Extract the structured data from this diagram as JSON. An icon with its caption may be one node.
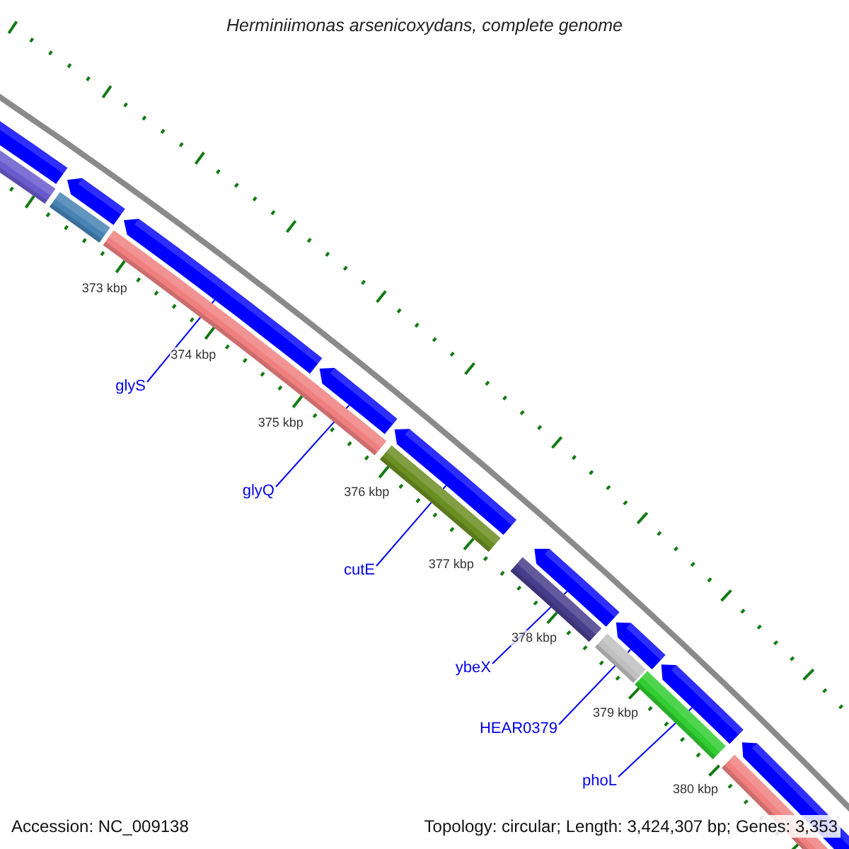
{
  "diagram": {
    "title": "Herminiimonas arsenicoxydans, complete genome",
    "nodes": [
      {
        "text": [
          "glyS"
        ]
      },
      {
        "text": [
          "glyQ"
        ]
      },
      {
        "text": [
          "cutE"
        ]
      },
      {
        "text": [
          "ybeX"
        ]
      },
      {
        "text": [
          "HEAR0379"
        ]
      },
      {
        "text": [
          "phoL"
        ]
      },
      {
        "text": [],
        "shape": "bar"
      },
      {
        "text": [],
        "shape": "bar"
      },
      {
        "text": [],
        "shape": "bar"
      },
      {
        "text": [],
        "shape": "bar"
      },
      {
        "text": [],
        "shape": "bar"
      },
      {
        "text": [],
        "shape": "bar"
      },
      {
        "text": [],
        "shape": "bar"
      },
      {
        "text": [],
        "shape": "bar"
      },
      {
        "text": [],
        "shape": "bar"
      }
    ],
    "edges": [
      {
        "from": 0,
        "to": 8,
        "arrow": "none"
      },
      {
        "from": 1,
        "to": 9,
        "arrow": "none"
      },
      {
        "from": 2,
        "to": 10,
        "arrow": "none"
      },
      {
        "from": 3,
        "to": 11,
        "arrow": "none"
      },
      {
        "from": 4,
        "to": 12,
        "arrow": "none"
      },
      {
        "from": 5,
        "to": 13,
        "arrow": "none"
      }
    ],
    "labels": [
      "373 kbp",
      "374 kbp",
      "375 kbp",
      "376 kbp",
      "377 kbp",
      "378 kbp",
      "379 kbp",
      "380 kbp",
      "Accession: NC_009138",
      "Topology: circular; Length: 3,424,307 bp; Genes: 3,353"
    ]
  }
}
